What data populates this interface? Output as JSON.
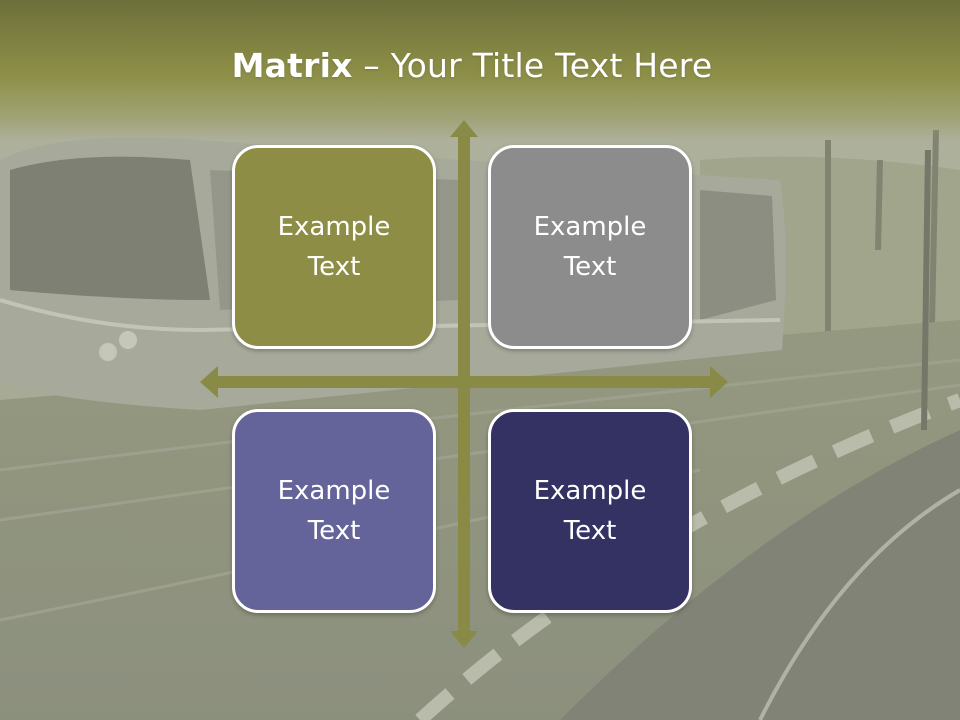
{
  "title": {
    "bold": "Matrix",
    "rest": " – Your Title Text Here"
  },
  "matrix": {
    "cells": [
      {
        "position": "top-left",
        "label": "Example Text",
        "color": "#8e8d46"
      },
      {
        "position": "top-right",
        "label": "Example Text",
        "color": "#8c8c8c"
      },
      {
        "position": "bottom-left",
        "label": "Example Text",
        "color": "#64639a"
      },
      {
        "position": "bottom-right",
        "label": "Example Text",
        "color": "#343263"
      }
    ],
    "arrow_color": "#8a8a47",
    "header_color": "#8e9048"
  },
  "background": {
    "icon": "tram-photo"
  }
}
